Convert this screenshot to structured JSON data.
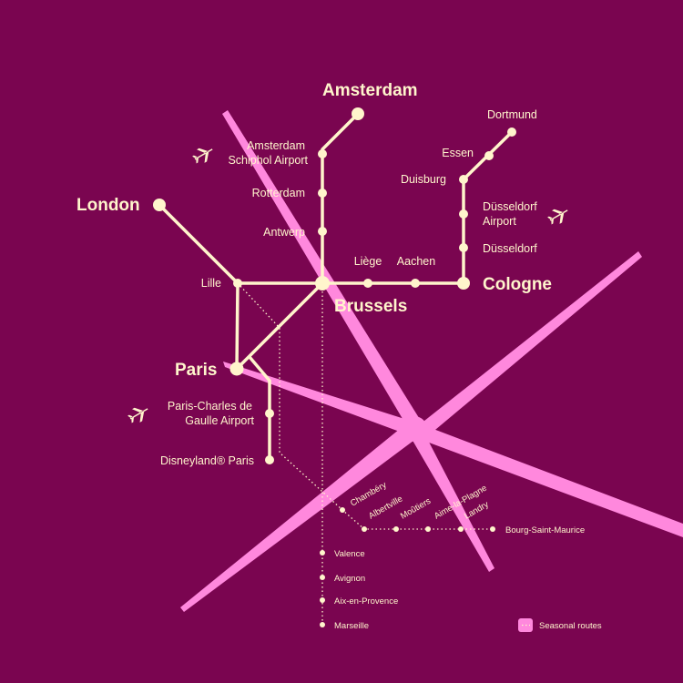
{
  "colors": {
    "background": "#7a0550",
    "routes": "#fff5cc",
    "highlight": "#ff88dd"
  },
  "major_stations": {
    "amsterdam": "Amsterdam",
    "london": "London",
    "brussels": "Brussels",
    "cologne": "Cologne",
    "paris": "Paris"
  },
  "stations": {
    "schiphol_1": "Amsterdam",
    "schiphol_2": "Schiphol Airport",
    "rotterdam": "Rotterdam",
    "antwerp": "Antwerp",
    "liege": "Liège",
    "aachen": "Aachen",
    "dusseldorf": "Düsseldorf",
    "dus_airport_1": "Düsseldorf",
    "dus_airport_2": "Airport",
    "duisburg": "Duisburg",
    "essen": "Essen",
    "dortmund": "Dortmund",
    "lille": "Lille",
    "cdg_1": "Paris-Charles de",
    "cdg_2": "Gaulle Airport",
    "disneyland": "Disneyland® Paris"
  },
  "seasonal_stations": {
    "chambery": "Chambéry",
    "albertville": "Albertville",
    "moutiers": "Moûtiers",
    "aime": "Aime-la-Plagne",
    "landry": "Landry",
    "bourg": "Bourg-Saint-Maurice",
    "valence": "Valence",
    "avignon": "Avignon",
    "aix": "Aix-en-Provence",
    "marseille": "Marseille"
  },
  "icons": [
    "airplane-icon"
  ],
  "legend": {
    "seasonal": "Seasonal routes"
  }
}
